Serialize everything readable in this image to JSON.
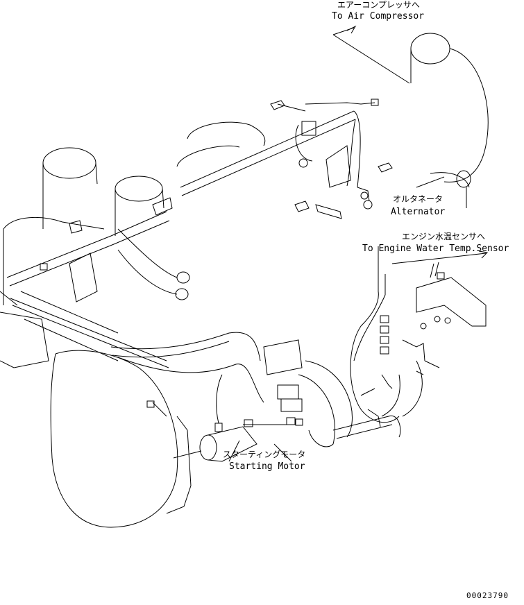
{
  "labels": {
    "air_compressor_jp": "エアーコンプレッサへ",
    "air_compressor_en": "To Air Compressor",
    "alternator_jp": "オルタネータ",
    "alternator_en": "Alternator",
    "water_temp_jp": "エンジン水温センサへ",
    "water_temp_en": "To Engine Water Temp.Sensor",
    "starting_motor_jp": "スターティングモータ",
    "starting_motor_en": "Starting Motor",
    "drawing_number": "00023790"
  }
}
